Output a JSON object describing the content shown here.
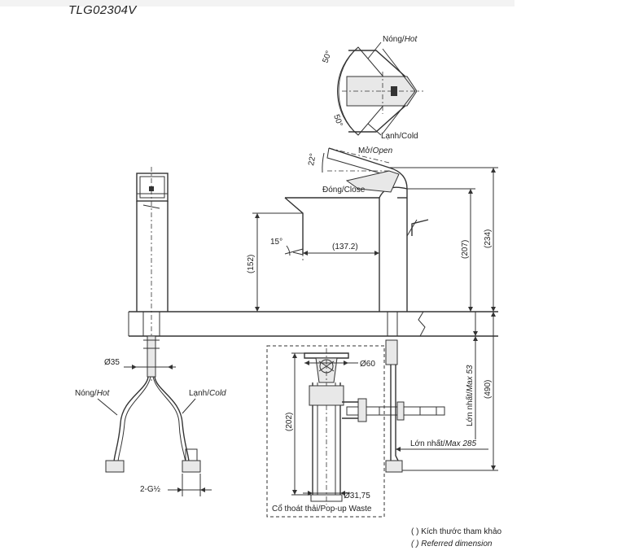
{
  "model_code": "TLG02304V",
  "top_view": {
    "hot_label_vi": "Nóng/",
    "hot_label_en": "Hot",
    "cold_label_vi": "Lạnh/",
    "cold_label_en": "Cold",
    "angle_top": "50°",
    "angle_bottom": "50°"
  },
  "side_view": {
    "open_label_vi": "Mở/",
    "open_label_en": "Open",
    "close_label": "Đóng/Close",
    "lever_angle": "22°",
    "spout_angle": "15°",
    "spout_reach": "(137.2)",
    "spout_height": "(152)",
    "lever_height": "(207)",
    "total_height": "(234)",
    "below_height": "(490)",
    "max_thickness_vi": "Lớn nhất/",
    "max_thickness_en": "Max 53",
    "max_length_vi": "Lớn nhất/",
    "max_length_en": "Max 285"
  },
  "front_view": {
    "diameter_body": "Ø35",
    "hot_label_vi": "Nóng/",
    "hot_label_en": "Hot",
    "cold_label_vi": "Lạnh/",
    "cold_label_en": "Cold",
    "thread": "2-G½"
  },
  "waste_view": {
    "diameter_top": "Ø60",
    "height": "(202)",
    "diameter_bottom": "Ø31,75",
    "caption": "Cổ thoát thải/Pop-up Waste"
  },
  "legend": {
    "line1": "( ) Kích thước tham khảo",
    "line2": "( ) Referred dimension"
  }
}
